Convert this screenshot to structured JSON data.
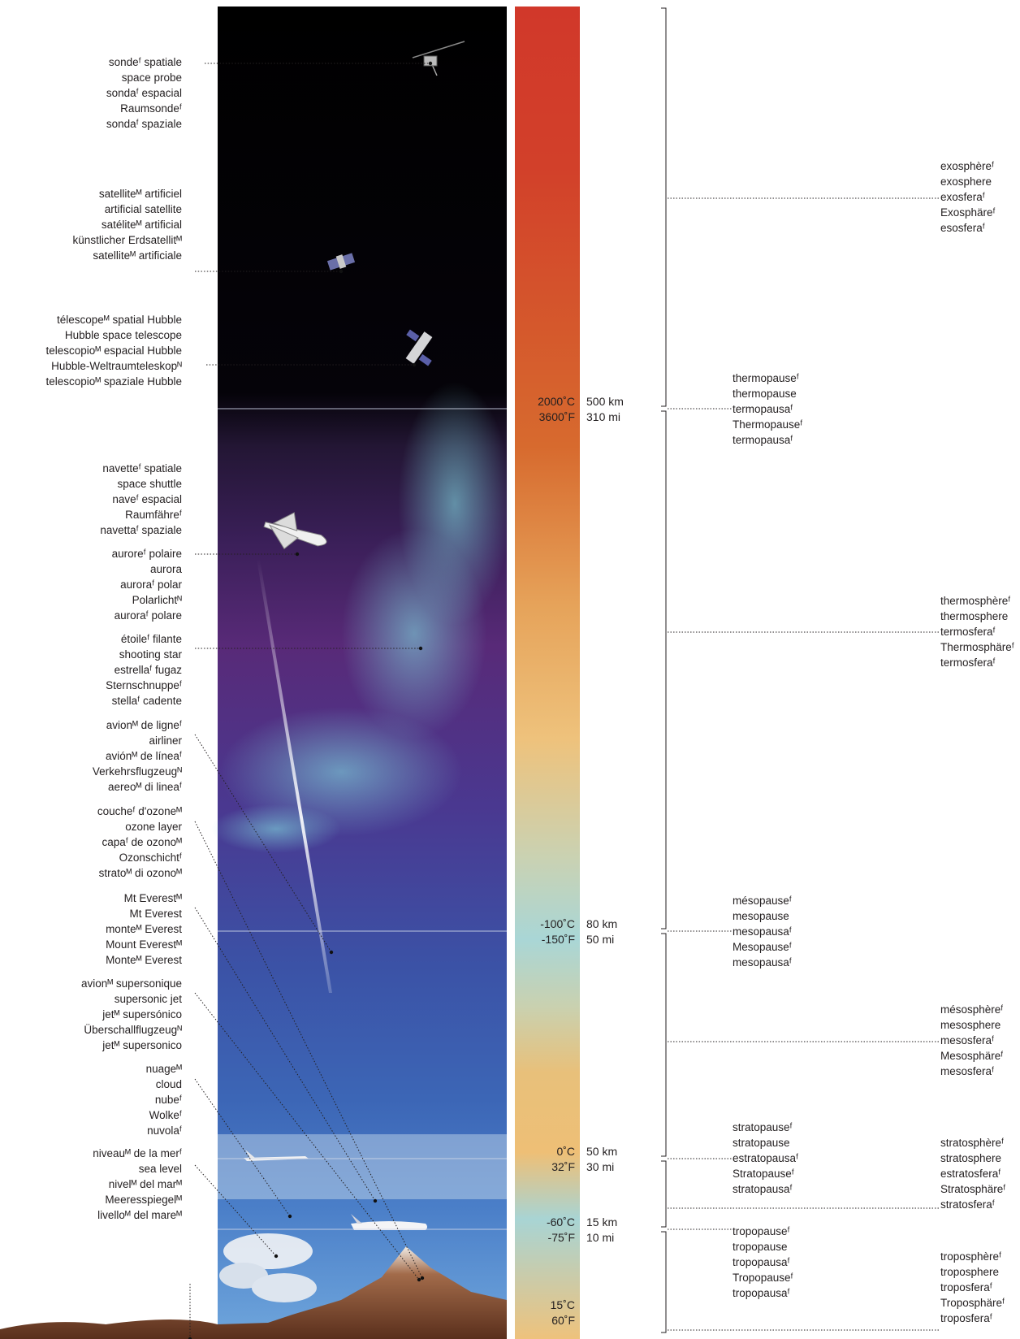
{
  "left_labels": [
    {
      "id": "space-probe",
      "lines": [
        "sondeᶠ spatiale",
        "space probe",
        "sondaᶠ espacial",
        "Raumsondeᶠ",
        "sondaᶠ spaziale"
      ]
    },
    {
      "id": "artificial-satellite",
      "lines": [
        "satelliteᴹ artificiel",
        "artificial satellite",
        "satéliteᴹ artificial",
        "künstlicher Erdsatellitᴹ",
        "satelliteᴹ artificiale"
      ]
    },
    {
      "id": "hubble-telescope",
      "lines": [
        "télescopeᴹ spatial Hubble",
        "Hubble space telescope",
        "telescopioᴹ espacial Hubble",
        "Hubble-Weltraumteleskopᴺ",
        "telescopioᴹ spaziale Hubble"
      ]
    },
    {
      "id": "space-shuttle",
      "lines": [
        "navetteᶠ spatiale",
        "space shuttle",
        "naveᶠ espacial",
        "Raumfähreᶠ",
        "navettaᶠ spaziale"
      ]
    },
    {
      "id": "aurora",
      "lines": [
        "auroreᶠ polaire",
        "aurora",
        "auroraᶠ polar",
        "Polarlichtᴺ",
        "auroraᶠ polare"
      ]
    },
    {
      "id": "shooting-star",
      "lines": [
        "étoileᶠ filante",
        "shooting star",
        "estrellaᶠ fugaz",
        "Sternschnuppeᶠ",
        "stellaᶠ cadente"
      ]
    },
    {
      "id": "airliner",
      "lines": [
        "avionᴹ de ligneᶠ",
        "airliner",
        "aviónᴹ de líneaᶠ",
        "Verkehrsflugzeugᴺ",
        "aereoᴹ di lineaᶠ"
      ]
    },
    {
      "id": "ozone-layer",
      "lines": [
        "coucheᶠ d'ozoneᴹ",
        "ozone layer",
        "capaᶠ de ozonoᴹ",
        "Ozonschichtᶠ",
        "stratoᴹ di ozonoᴹ"
      ]
    },
    {
      "id": "mt-everest",
      "lines": [
        "Mt Everestᴹ",
        "Mt Everest",
        "monteᴹ Everest",
        "Mount Everestᴹ",
        "Monteᴹ Everest"
      ]
    },
    {
      "id": "supersonic-jet",
      "lines": [
        "avionᴹ supersonique",
        "supersonic jet",
        "jetᴹ supersónico",
        "Überschallflugzeugᴺ",
        "jetᴹ supersonico"
      ]
    },
    {
      "id": "cloud",
      "lines": [
        "nuageᴹ",
        "cloud",
        "nubeᶠ",
        "Wolkeᶠ",
        "nuvolaᶠ"
      ]
    },
    {
      "id": "sea-level",
      "lines": [
        "niveauᴹ de la merᶠ",
        "sea level",
        "nivelᴹ del marᴹ",
        "Meeresspiegelᴹ",
        "livelloᴹ del mareᴹ"
      ]
    }
  ],
  "boundaries": [
    {
      "id": "thermopause",
      "temp_c": "2000˚C",
      "temp_f": "3600˚F",
      "alt_km": "500 km",
      "alt_mi": "310 mi",
      "lines": [
        "thermopauseᶠ",
        "thermopause",
        "termopausaᶠ",
        "Thermopauseᶠ",
        "termopausaᶠ"
      ]
    },
    {
      "id": "mesopause",
      "temp_c": "-100˚C",
      "temp_f": "-150˚F",
      "alt_km": "80 km",
      "alt_mi": "50 mi",
      "lines": [
        "mésopauseᶠ",
        "mesopause",
        "mesopausaᶠ",
        "Mesopauseᶠ",
        "mesopausaᶠ"
      ]
    },
    {
      "id": "stratopause",
      "temp_c": "0˚C",
      "temp_f": "32˚F",
      "alt_km": "50 km",
      "alt_mi": "30 mi",
      "lines": [
        "stratopauseᶠ",
        "stratopause",
        "estratopausaᶠ",
        "Stratopauseᶠ",
        "stratopausaᶠ"
      ]
    },
    {
      "id": "tropopause",
      "temp_c": "-60˚C",
      "temp_f": "-75˚F",
      "alt_km": "15 km",
      "alt_mi": "10 mi",
      "lines": [
        "tropopauseᶠ",
        "tropopause",
        "tropopausaᶠ",
        "Tropopauseᶠ",
        "tropopausaᶠ"
      ]
    }
  ],
  "surface_temp": {
    "c": "15˚C",
    "f": "60˚F"
  },
  "layers": [
    {
      "id": "exosphere",
      "lines": [
        "exosphèreᶠ",
        "exosphere",
        "exosferaᶠ",
        "Exosphäreᶠ",
        "esosferaᶠ"
      ]
    },
    {
      "id": "thermosphere",
      "lines": [
        "thermosphèreᶠ",
        "thermosphere",
        "termosferaᶠ",
        "Thermosphäreᶠ",
        "termosferaᶠ"
      ]
    },
    {
      "id": "mesosphere",
      "lines": [
        "mésosphèreᶠ",
        "mesosphere",
        "mesosferaᶠ",
        "Mesosphäreᶠ",
        "mesosferaᶠ"
      ]
    },
    {
      "id": "stratosphere",
      "lines": [
        "stratosphèreᶠ",
        "stratosphere",
        "estratosferaᶠ",
        "Stratosphäreᶠ",
        "stratosferaᶠ"
      ]
    },
    {
      "id": "troposphere",
      "lines": [
        "troposphèreᶠ",
        "troposphere",
        "troposferaᶠ",
        "Troposphäreᶠ",
        "troposferaᶠ"
      ]
    }
  ],
  "colors": {
    "space": "#000000",
    "upper_purple": "#3a1f55",
    "mid_purple": "#5a2a78",
    "mesosphere_blue": "#3a4fa0",
    "strato_blue": "#3a66b8",
    "aurora": "#78c8d8",
    "temp_hot": "#d33a26",
    "temp_warm": "#eab86a",
    "temp_cold": "#a8d5d6",
    "line": "#231f20"
  }
}
